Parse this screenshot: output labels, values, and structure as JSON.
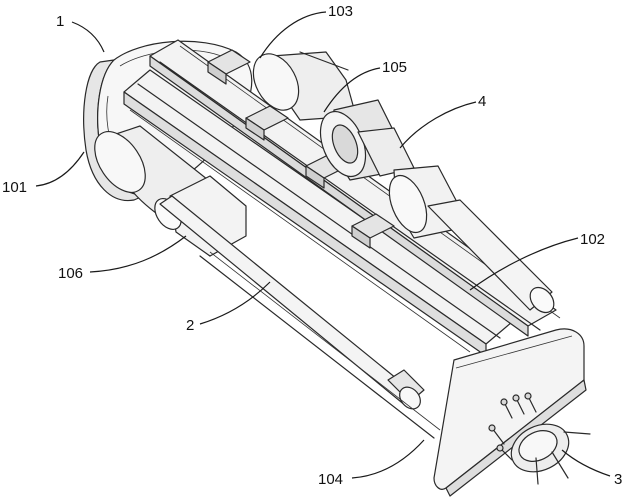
{
  "labels": {
    "l1": "1",
    "l101": "101",
    "l103": "103",
    "l105": "105",
    "l4": "4",
    "l102": "102",
    "l106": "106",
    "l2": "2",
    "l104": "104",
    "l3": "3"
  },
  "colors": {
    "line": "#2a2a2a",
    "fill_light": "#f6f6f6",
    "fill_mid": "#e9e9e9",
    "fill_dark": "#d2d2d2"
  }
}
